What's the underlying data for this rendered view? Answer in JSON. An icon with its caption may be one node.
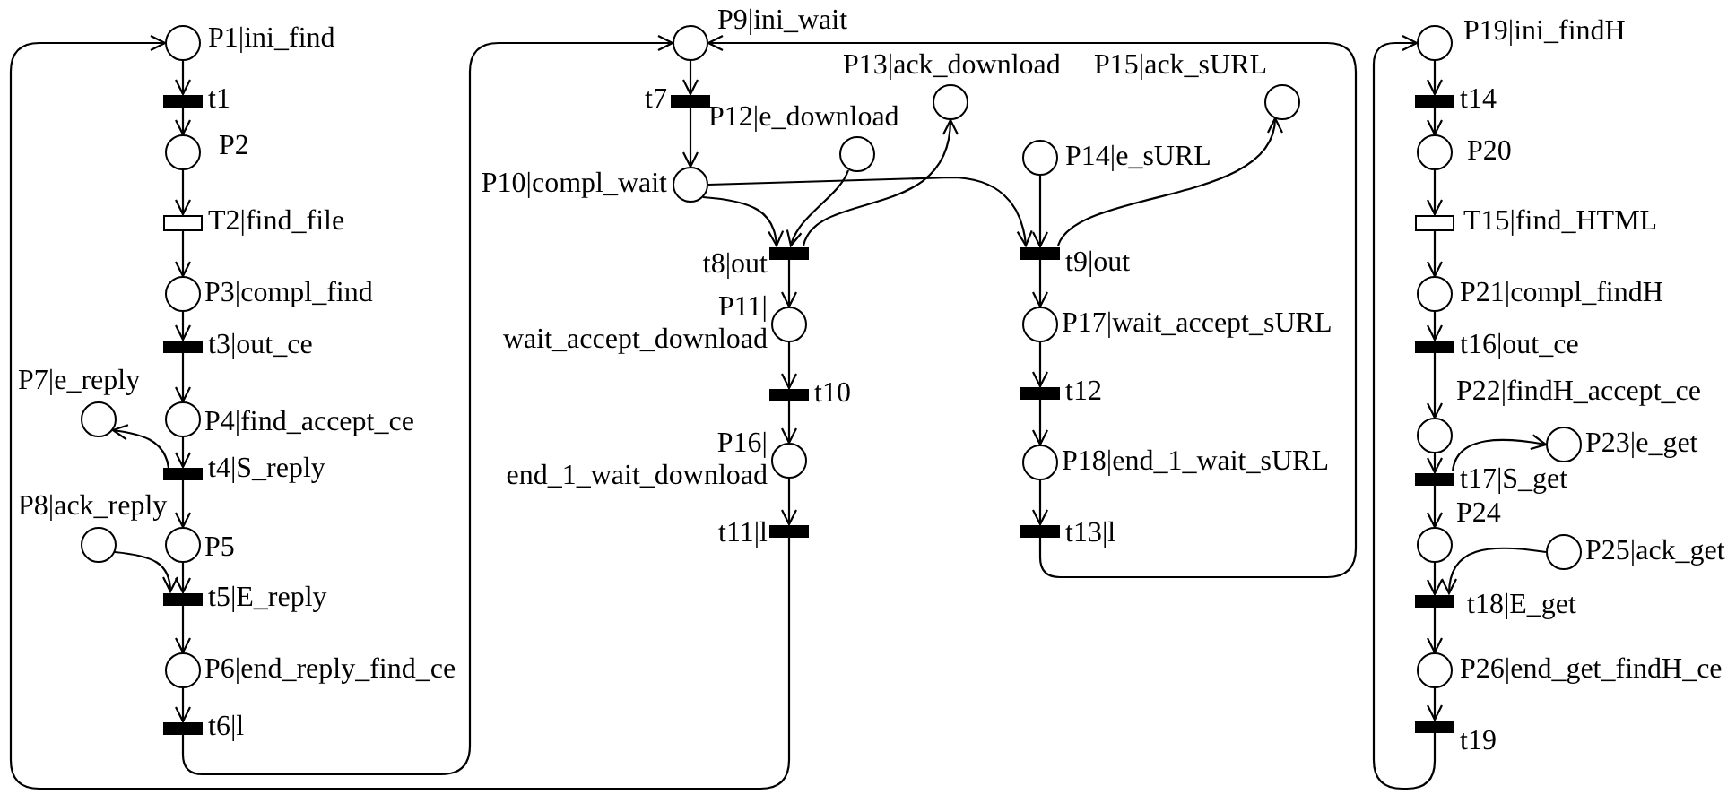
{
  "diagram": {
    "nodes": [
      {
        "text": [],
        "shape": "circle",
        "beside": [
          "P1|ini_find"
        ]
      },
      {
        "text": [],
        "shape": "bar",
        "beside": [
          "t1"
        ]
      },
      {
        "text": [],
        "shape": "circle",
        "beside": [
          "P2"
        ]
      },
      {
        "text": [],
        "shape": "box",
        "beside": [
          "T2|find_file"
        ]
      },
      {
        "text": [],
        "shape": "circle",
        "beside": [
          "P3|compl_find"
        ]
      },
      {
        "text": [],
        "shape": "bar",
        "beside": [
          "t3|out_ce"
        ]
      },
      {
        "text": [],
        "shape": "circle",
        "beside": [
          "P7|e_reply"
        ]
      },
      {
        "text": [],
        "shape": "circle",
        "beside": [
          "P4|find_accept_ce"
        ]
      },
      {
        "text": [],
        "shape": "bar",
        "beside": [
          "t4|S_reply"
        ]
      },
      {
        "text": [],
        "shape": "circle",
        "beside": [
          "P8|ack_reply"
        ]
      },
      {
        "text": [],
        "shape": "circle",
        "beside": [
          "P5"
        ]
      },
      {
        "text": [],
        "shape": "bar",
        "beside": [
          "t5|E_reply"
        ]
      },
      {
        "text": [],
        "shape": "circle",
        "beside": [
          "P6|end_reply_find_ce"
        ]
      },
      {
        "text": [],
        "shape": "bar",
        "beside": [
          "t6|l"
        ]
      },
      {
        "text": [],
        "shape": "circle",
        "beside": [
          "P9|ini_wait"
        ]
      },
      {
        "text": [],
        "shape": "bar",
        "beside": [
          "t7"
        ]
      },
      {
        "text": [],
        "shape": "circle",
        "beside": [
          "P10|compl_wait"
        ]
      },
      {
        "text": [],
        "shape": "circle",
        "beside": [
          "P12|e_download"
        ]
      },
      {
        "text": [],
        "shape": "circle",
        "beside": [
          "P13|ack_download"
        ]
      },
      {
        "text": [],
        "shape": "bar",
        "beside": [
          "t8|out"
        ]
      },
      {
        "text": [],
        "shape": "circle",
        "beside": [
          "P11|wait_accept_download"
        ]
      },
      {
        "text": [],
        "shape": "bar",
        "beside": [
          "t10"
        ]
      },
      {
        "text": [],
        "shape": "circle",
        "beside": [
          "P16|end_1_wait_download"
        ]
      },
      {
        "text": [],
        "shape": "bar",
        "beside": [
          "t11|l"
        ]
      },
      {
        "text": [],
        "shape": "circle",
        "beside": [
          "P14|e_sURL"
        ]
      },
      {
        "text": [],
        "shape": "circle",
        "beside": [
          "P15|ack_sURL"
        ]
      },
      {
        "text": [],
        "shape": "bar",
        "beside": [
          "t9|out"
        ]
      },
      {
        "text": [],
        "shape": "circle",
        "beside": [
          "P17|wait_accept_sURL"
        ]
      },
      {
        "text": [],
        "shape": "bar",
        "beside": [
          "t12"
        ]
      },
      {
        "text": [],
        "shape": "circle",
        "beside": [
          "P18|end_1_wait_sURL"
        ]
      },
      {
        "text": [],
        "shape": "bar",
        "beside": [
          "t13|l"
        ]
      },
      {
        "text": [],
        "shape": "circle",
        "beside": [
          "P19|ini_findH"
        ]
      },
      {
        "text": [],
        "shape": "bar",
        "beside": [
          "t14"
        ]
      },
      {
        "text": [],
        "shape": "circle",
        "beside": [
          "P20"
        ]
      },
      {
        "text": [],
        "shape": "box",
        "beside": [
          "T15|find_HTML"
        ]
      },
      {
        "text": [],
        "shape": "circle",
        "beside": [
          "P21|compl_findH"
        ]
      },
      {
        "text": [],
        "shape": "bar",
        "beside": [
          "t16|out_ce"
        ]
      },
      {
        "text": [],
        "shape": "circle",
        "beside": [
          "P22|findH_accept_ce"
        ]
      },
      {
        "text": [],
        "shape": "circle",
        "beside": [
          "P23|e_get"
        ]
      },
      {
        "text": [],
        "shape": "bar",
        "beside": [
          "t17|S_get"
        ]
      },
      {
        "text": [],
        "shape": "circle",
        "beside": [
          "P24"
        ]
      },
      {
        "text": [],
        "shape": "circle",
        "beside": [
          "P25|ack_get"
        ]
      },
      {
        "text": [],
        "shape": "bar",
        "beside": [
          "t18|E_get"
        ]
      },
      {
        "text": [],
        "shape": "circle",
        "beside": [
          "P26|end_get_findH_ce"
        ]
      },
      {
        "text": [],
        "shape": "bar",
        "beside": [
          "t19"
        ]
      }
    ],
    "edges": [
      {
        "from": 0,
        "to": 1,
        "arrow": "to"
      },
      {
        "from": 1,
        "to": 2,
        "arrow": "to"
      },
      {
        "from": 2,
        "to": 3,
        "arrow": "to"
      },
      {
        "from": 3,
        "to": 4,
        "arrow": "to"
      },
      {
        "from": 4,
        "to": 5,
        "arrow": "to"
      },
      {
        "from": 5,
        "to": 7,
        "arrow": "to"
      },
      {
        "from": 7,
        "to": 8,
        "arrow": "to"
      },
      {
        "from": 8,
        "to": 6,
        "arrow": "to"
      },
      {
        "from": 8,
        "to": 10,
        "arrow": "to"
      },
      {
        "from": 9,
        "to": 11,
        "arrow": "to"
      },
      {
        "from": 10,
        "to": 11,
        "arrow": "to"
      },
      {
        "from": 11,
        "to": 12,
        "arrow": "to"
      },
      {
        "from": 12,
        "to": 13,
        "arrow": "to"
      },
      {
        "from": 13,
        "to": 14,
        "arrow": "to"
      },
      {
        "from": 14,
        "to": 15,
        "arrow": "to"
      },
      {
        "from": 15,
        "to": 16,
        "arrow": "to"
      },
      {
        "from": 16,
        "to": 19,
        "arrow": "to"
      },
      {
        "from": 17,
        "to": 19,
        "arrow": "to"
      },
      {
        "from": 19,
        "to": 18,
        "arrow": "to"
      },
      {
        "from": 19,
        "to": 20,
        "arrow": "to"
      },
      {
        "from": 20,
        "to": 21,
        "arrow": "to"
      },
      {
        "from": 21,
        "to": 22,
        "arrow": "to"
      },
      {
        "from": 22,
        "to": 23,
        "arrow": "to"
      },
      {
        "from": 23,
        "to": 0,
        "arrow": "to"
      },
      {
        "from": 16,
        "to": 26,
        "arrow": "to"
      },
      {
        "from": 24,
        "to": 26,
        "arrow": "to"
      },
      {
        "from": 26,
        "to": 25,
        "arrow": "to"
      },
      {
        "from": 26,
        "to": 27,
        "arrow": "to"
      },
      {
        "from": 27,
        "to": 28,
        "arrow": "to"
      },
      {
        "from": 28,
        "to": 29,
        "arrow": "to"
      },
      {
        "from": 29,
        "to": 30,
        "arrow": "to"
      },
      {
        "from": 30,
        "to": 14,
        "arrow": "to"
      },
      {
        "from": 31,
        "to": 32,
        "arrow": "to"
      },
      {
        "from": 32,
        "to": 33,
        "arrow": "to"
      },
      {
        "from": 33,
        "to": 34,
        "arrow": "to"
      },
      {
        "from": 34,
        "to": 35,
        "arrow": "to"
      },
      {
        "from": 35,
        "to": 36,
        "arrow": "to"
      },
      {
        "from": 36,
        "to": 37,
        "arrow": "to"
      },
      {
        "from": 37,
        "to": 39,
        "arrow": "to"
      },
      {
        "from": 39,
        "to": 38,
        "arrow": "to"
      },
      {
        "from": 39,
        "to": 40,
        "arrow": "to"
      },
      {
        "from": 40,
        "to": 42,
        "arrow": "to"
      },
      {
        "from": 41,
        "to": 42,
        "arrow": "to"
      },
      {
        "from": 42,
        "to": 43,
        "arrow": "to"
      },
      {
        "from": 43,
        "to": 44,
        "arrow": "to"
      },
      {
        "from": 44,
        "to": 31,
        "arrow": "to"
      }
    ]
  }
}
